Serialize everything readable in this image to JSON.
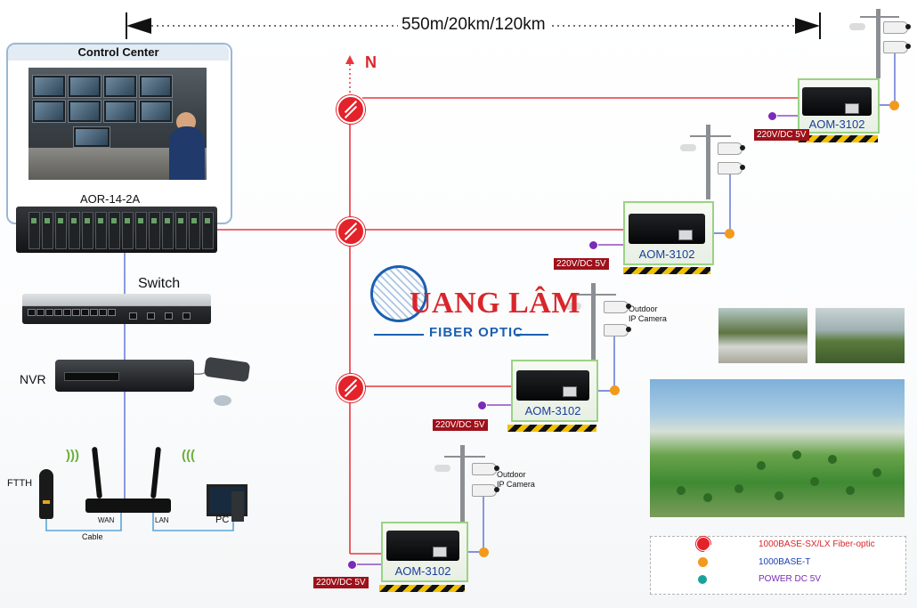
{
  "distance_label": "550m/20km/120km",
  "north_label": "N",
  "control_center": {
    "title": "Control Center"
  },
  "rack_label": "AOR-14-2A",
  "switch_label": "Switch",
  "nvr_label": "NVR",
  "ftth_label": "FTTH",
  "router": {
    "wan_label": "WAN",
    "lan_label": "LAN"
  },
  "cable_label": "Cable",
  "pc_label": "PC",
  "sites": [
    {
      "converter_label": "AOM-3102",
      "power_label": "220V/DC 5V",
      "camera_label": ""
    },
    {
      "converter_label": "AOM-3102",
      "power_label": "220V/DC 5V",
      "camera_label": ""
    },
    {
      "converter_label": "AOM-3102",
      "power_label": "220V/DC 5V",
      "camera_label": "Outdoor\nIP Camera"
    },
    {
      "converter_label": "AOM-3102",
      "power_label": "220V/DC 5V",
      "camera_label": "Outdoor\nIP Camera"
    }
  ],
  "logo": {
    "main": "UANG LÂM",
    "sub": "FIBER OPTIC"
  },
  "legend": {
    "items": [
      {
        "label": "1000BASE-SX/LX Fiber-optic",
        "color": "#d8262b",
        "symbol": "fiber-splitter"
      },
      {
        "label": "1000BASE-T",
        "color": "#1b3fb5",
        "symbol": "orange-port"
      },
      {
        "label": "POWER DC 5V",
        "color": "#7a2bb7",
        "symbol": "dc-port"
      }
    ]
  },
  "colors": {
    "fiber": "#e8383f",
    "ethernet": "#5a6fd0",
    "power": "#7a2bb7",
    "cable": "#5aa6d8"
  }
}
